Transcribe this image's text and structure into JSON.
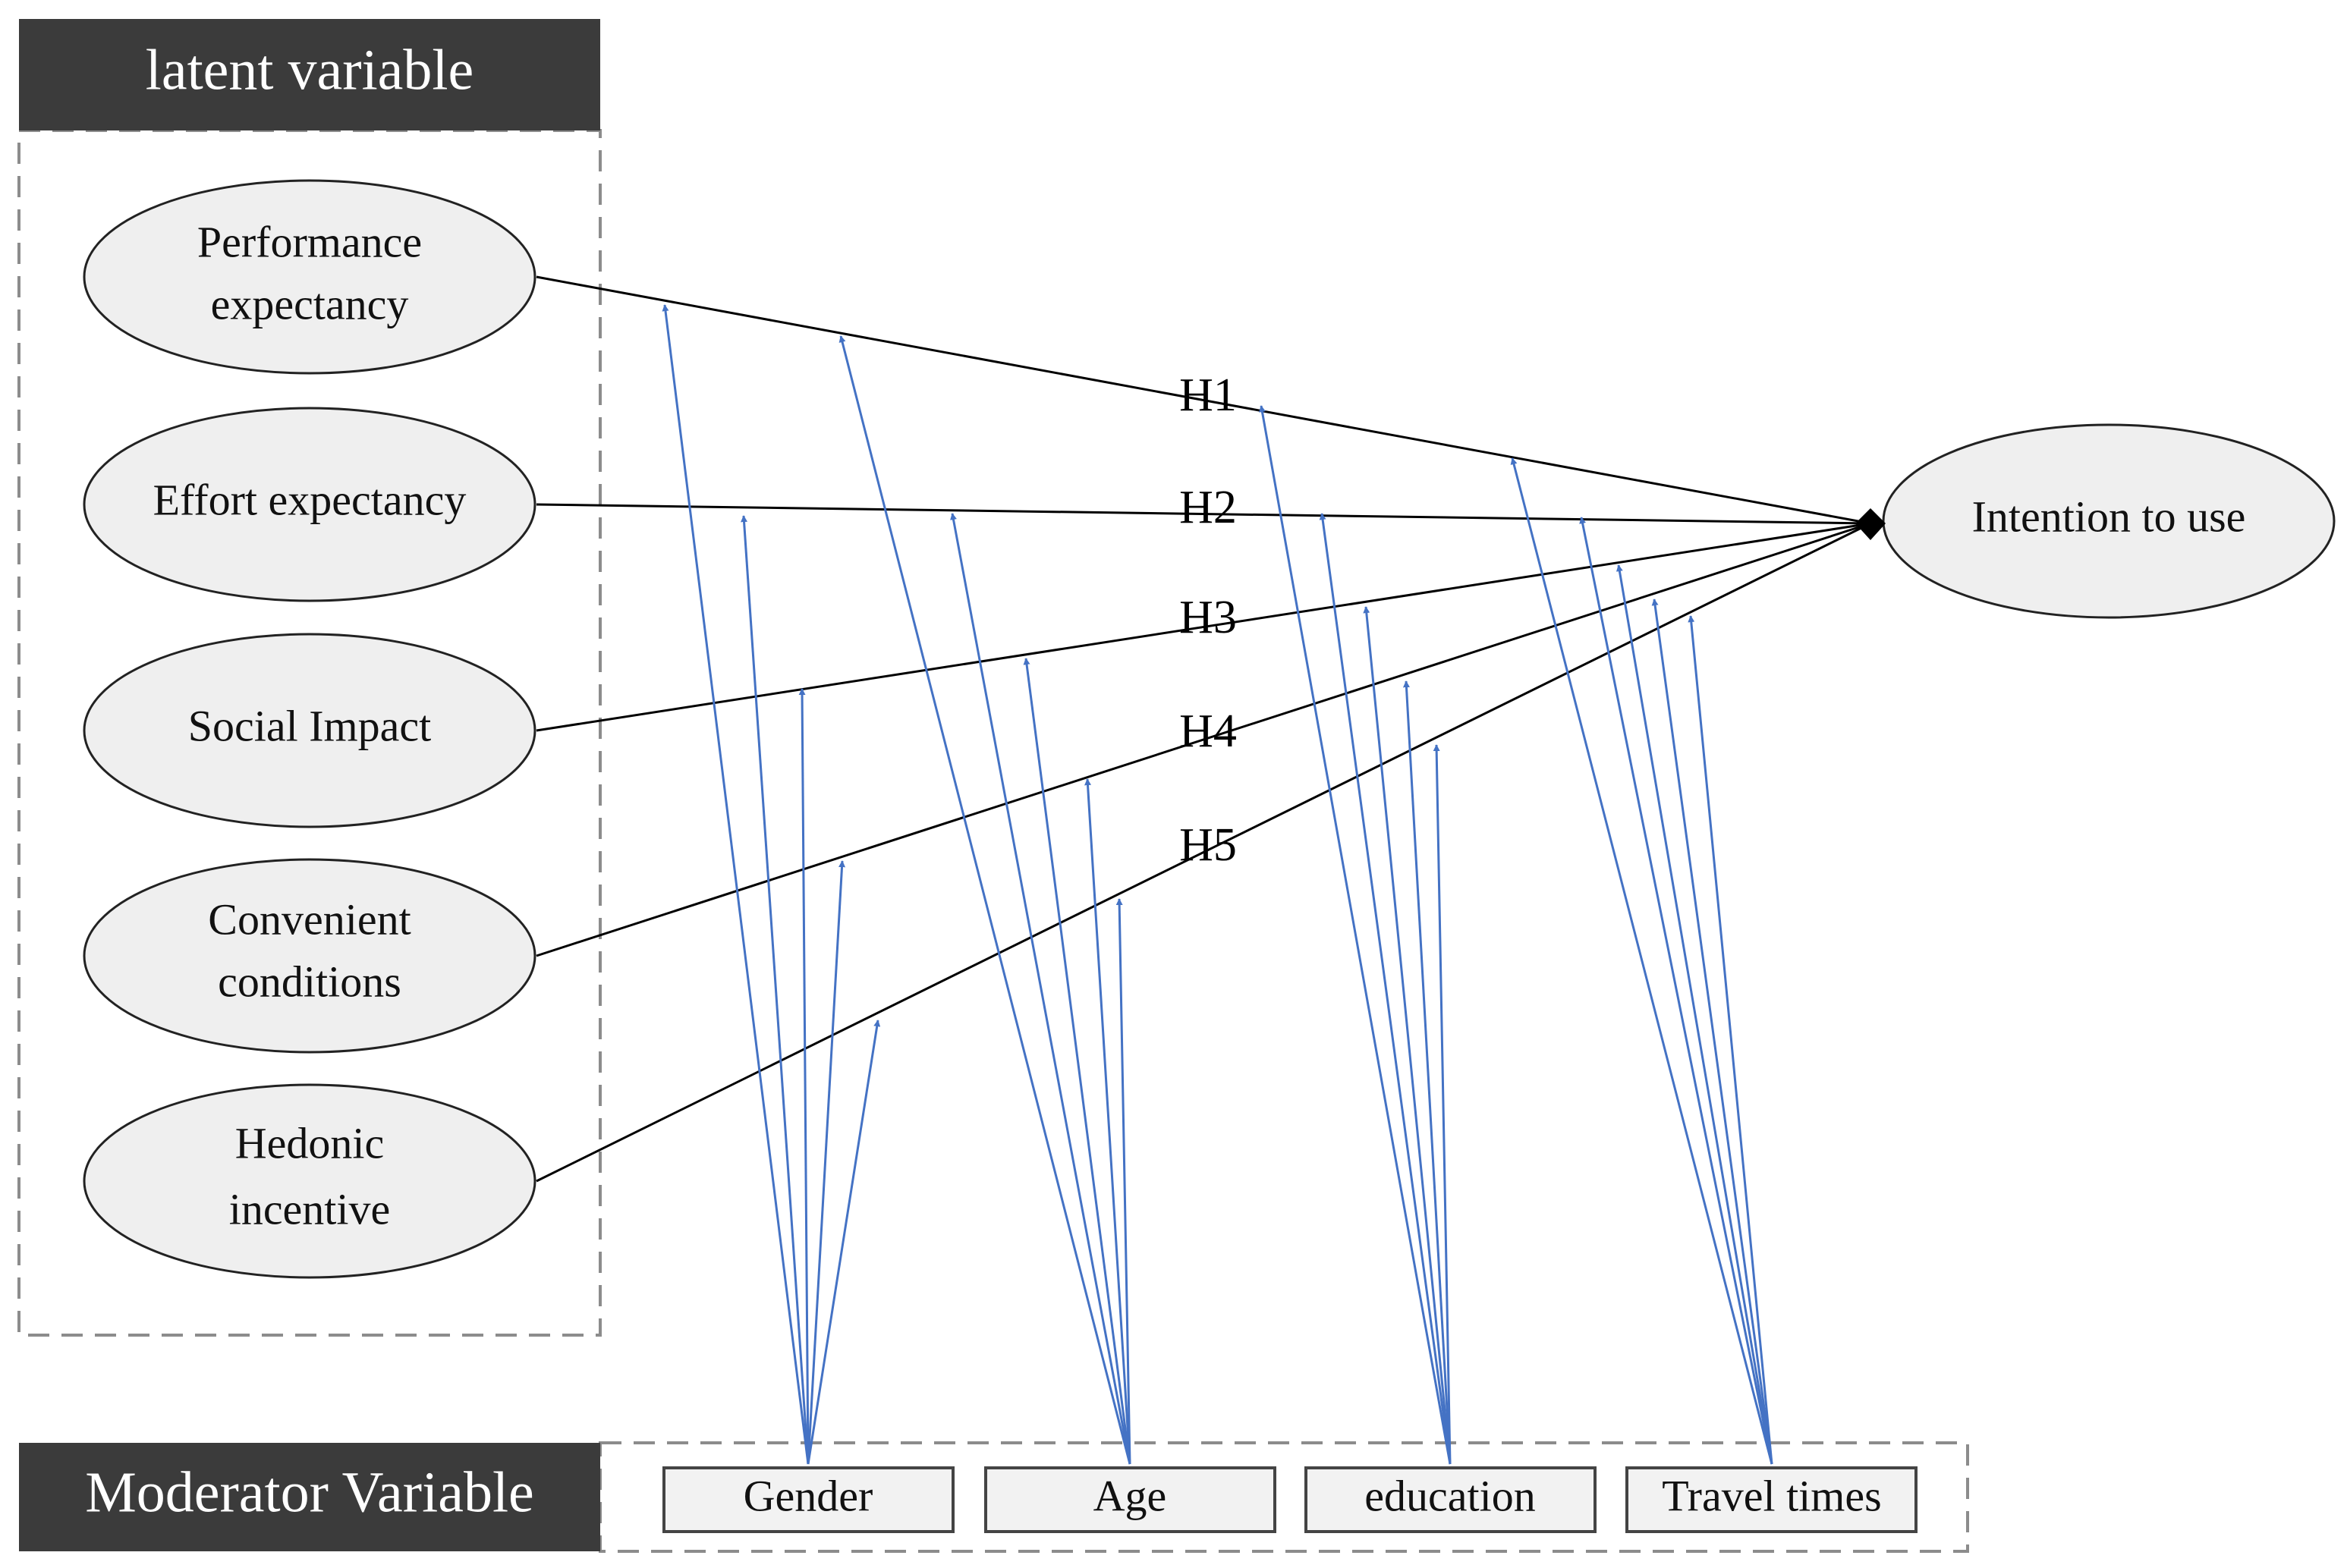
{
  "headers": {
    "latent": "latent variable",
    "moderator": "Moderator Variable"
  },
  "latent_variables": [
    {
      "id": "pe",
      "lines": [
        "Performance",
        "expectancy"
      ]
    },
    {
      "id": "ee",
      "lines": [
        "Effort expectancy"
      ]
    },
    {
      "id": "si",
      "lines": [
        "Social Impact"
      ]
    },
    {
      "id": "fc",
      "lines": [
        "Convenient",
        "conditions"
      ]
    },
    {
      "id": "hi",
      "lines": [
        "Hedonic",
        "incentive"
      ]
    }
  ],
  "outcome": {
    "id": "iu",
    "label": "Intention to use"
  },
  "hypotheses": [
    "H1",
    "H2",
    "H3",
    "H4",
    "H5"
  ],
  "moderators": [
    "Gender",
    "Age",
    "education",
    "Travel times"
  ],
  "colors": {
    "header_bg": "#3b3b3b",
    "ellipse_fill": "#efefef",
    "box_fill": "#f2f2f2",
    "path_line": "#000000",
    "moderator_arrow": "#4472c4",
    "dashed_border": "#8c8c8c"
  }
}
